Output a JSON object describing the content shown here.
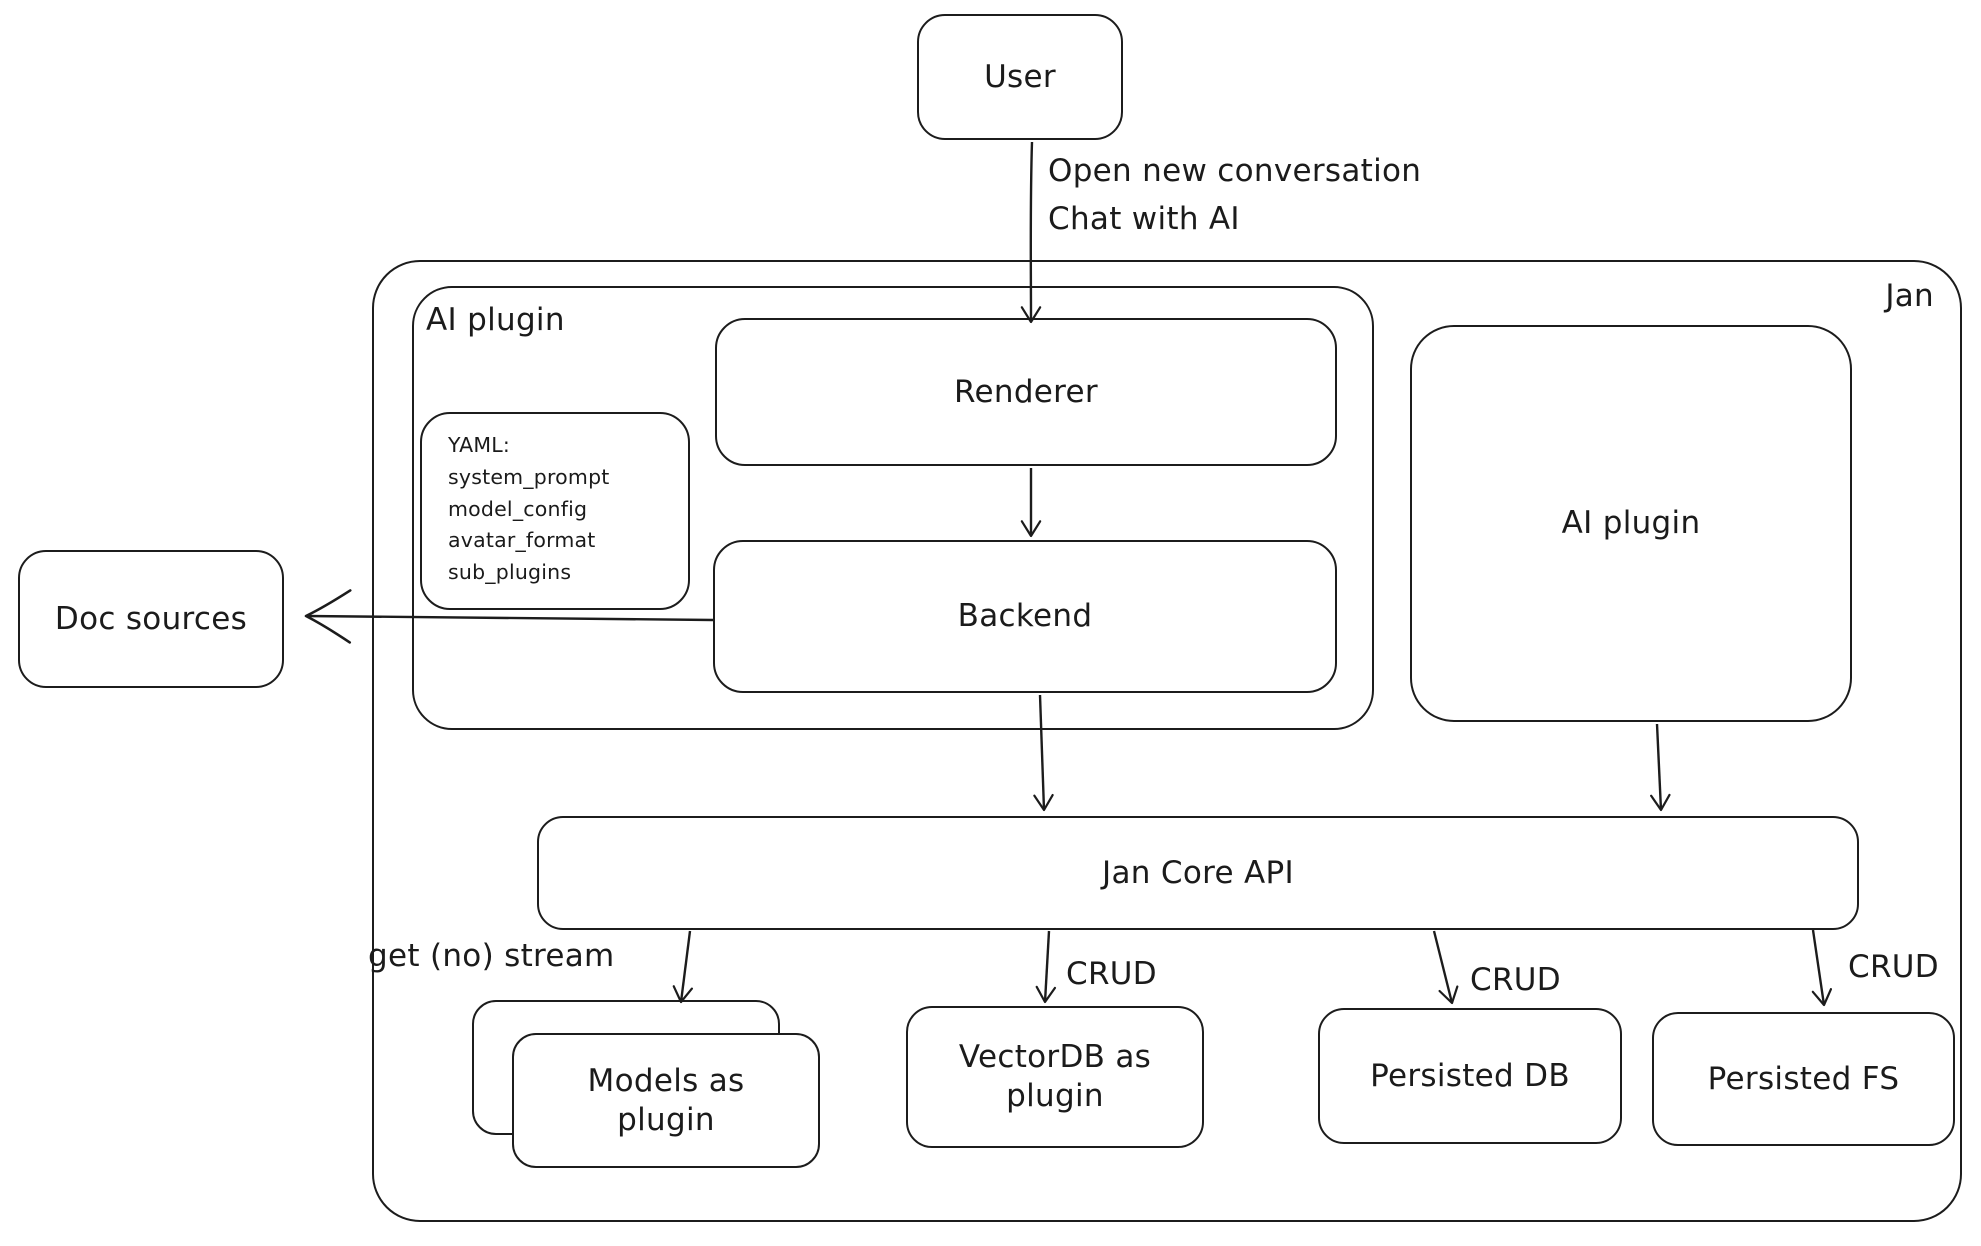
{
  "containers": {
    "jan": {
      "label": "Jan"
    },
    "ai_plugin_group": {
      "label": "AI plugin"
    }
  },
  "nodes": {
    "user": {
      "label": "User"
    },
    "renderer": {
      "label": "Renderer"
    },
    "backend": {
      "label": "Backend"
    },
    "yaml_note": {
      "lines": [
        "YAML:",
        "system_prompt",
        "model_config",
        "avatar_format",
        "sub_plugins"
      ]
    },
    "doc_sources": {
      "label": "Doc sources"
    },
    "ai_plugin": {
      "label": "AI plugin"
    },
    "jan_core_api": {
      "label": "Jan Core API"
    },
    "models_as_plugin": {
      "label": "Models as plugin"
    },
    "vectordb_as_plugin": {
      "label": "VectorDB as plugin"
    },
    "persisted_db": {
      "label": "Persisted DB"
    },
    "persisted_fs": {
      "label": "Persisted FS"
    }
  },
  "edges": {
    "user_to_renderer": {
      "label_line1": "Open new conversation",
      "label_line2": "Chat with AI"
    },
    "core_to_models": {
      "label": "get (no) stream"
    },
    "core_to_vectordb": {
      "label": "CRUD"
    },
    "core_to_persisted_db": {
      "label": "CRUD"
    },
    "core_to_persisted_fs": {
      "label": "CRUD"
    }
  },
  "colors": {
    "stroke": "#1c1c1c",
    "background": "#ffffff"
  }
}
